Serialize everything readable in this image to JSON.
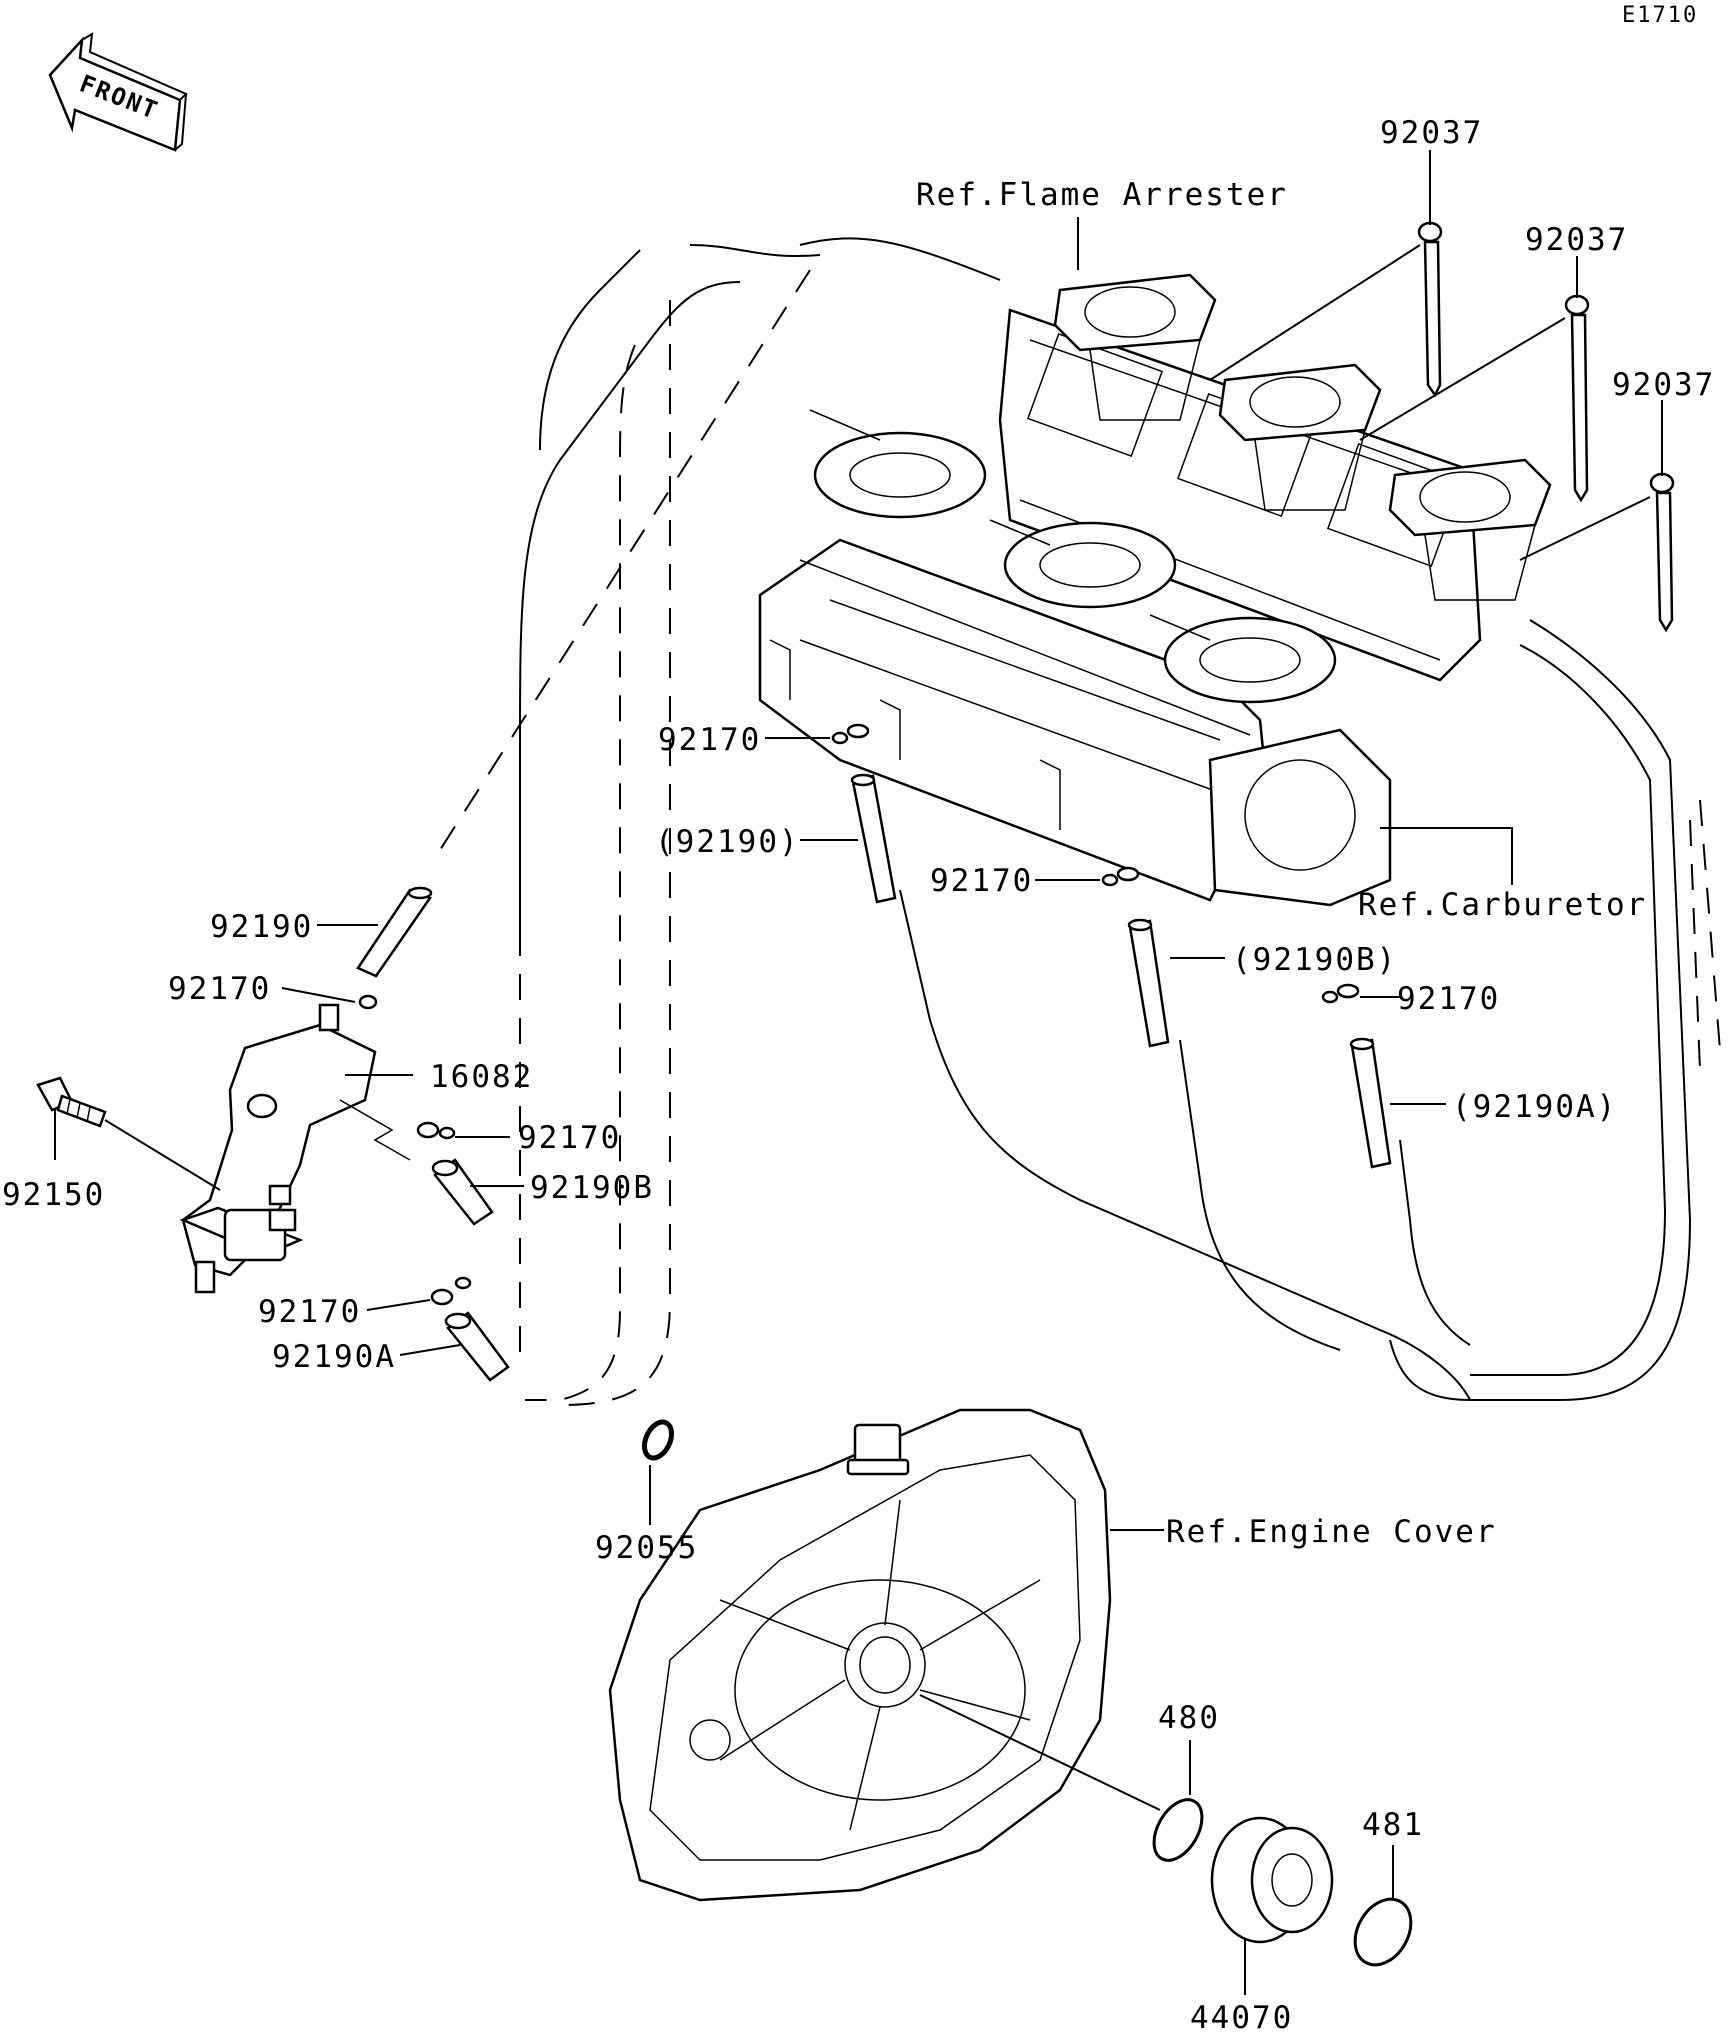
{
  "diagram_code": "E1710",
  "front_marker": "FRONT",
  "refs": {
    "flame_arrester": "Ref.Flame Arrester",
    "carburetor": "Ref.Carburetor",
    "engine_cover": "Ref.Engine Cover"
  },
  "parts": {
    "p92037_a": "92037",
    "p92037_b": "92037",
    "p92037_c": "92037",
    "p92170_a": "92170",
    "p92190_paren": "(92190)",
    "p92170_b": "92170",
    "p92190b_paren": "(92190B)",
    "p92170_c": "92170",
    "p92190a_paren": "(92190A)",
    "p92190": "92190",
    "p92170_d": "92170",
    "p16082": "16082",
    "p92170_e": "92170",
    "p92190b": "92190B",
    "p92150": "92150",
    "p92170_f": "92170",
    "p92190a": "92190A",
    "p92055": "92055",
    "p480": "480",
    "p481": "481",
    "p44070": "44070"
  }
}
